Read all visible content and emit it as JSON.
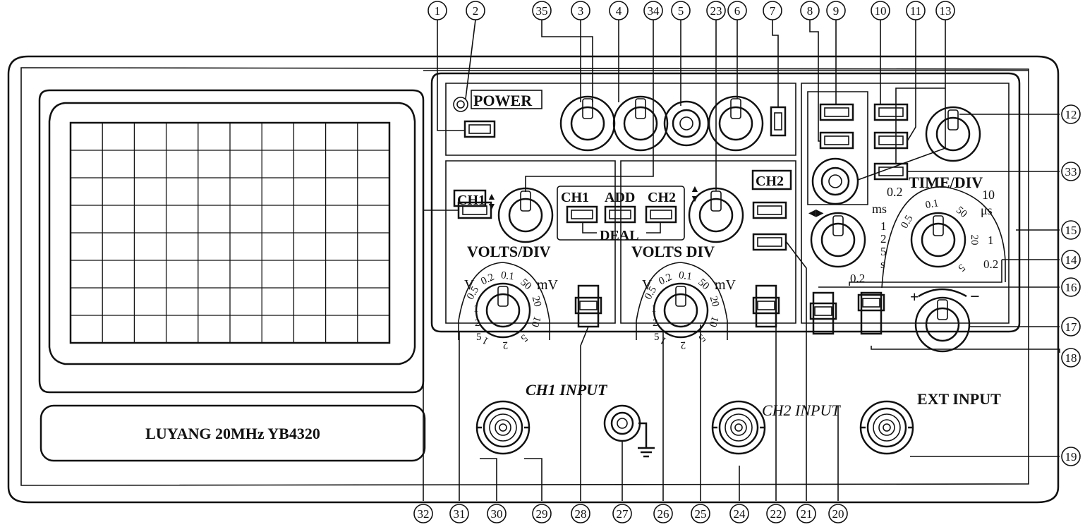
{
  "panel": {
    "power": "POWER",
    "ch1": "CH1",
    "ch2": "CH2",
    "mode_ch1": "CH1",
    "mode_add": "ADD",
    "mode_ch2": "CH2",
    "mode_dual": "DEAL",
    "volts_div_ch1": "VOLTS/DIV",
    "volts_div_ch2": "VOLTS DIV",
    "time_div": "TIME/DIV",
    "ch1_input": "CH1 INPUT",
    "ch2_input": "CH2  INPUT",
    "ext_input": "EXT INPUT",
    "model": "LUYANG 20MHz YB4320",
    "plus": "+",
    "minus": "−"
  },
  "dial_volts": {
    "v": "V",
    "mv": "mV",
    "scale": [
      "0.5",
      "0.2",
      "0.1",
      "50",
      "20",
      "10",
      "5",
      "2",
      "1"
    ],
    "left": [
      "1",
      "2",
      "5"
    ]
  },
  "dial_time": {
    "ms_top": "0.2",
    "ms": "ms",
    "us_top": "10",
    "us": "μs",
    "left": [
      "1",
      "2",
      "5",
      "s"
    ],
    "left_bottom": "0.2",
    "scale": [
      "0.5",
      "0.1",
      "50",
      "20",
      "5"
    ],
    "right": [
      "1",
      "0.2"
    ]
  },
  "grid": {
    "cols": 10,
    "rows": 8
  },
  "callouts": [
    "1",
    "2",
    "3",
    "4",
    "5",
    "6",
    "7",
    "8",
    "9",
    "10",
    "11",
    "12",
    "13",
    "14",
    "15",
    "16",
    "17",
    "18",
    "19",
    "20",
    "21",
    "22",
    "23",
    "24",
    "25",
    "26",
    "27",
    "28",
    "29",
    "30",
    "31",
    "32",
    "33",
    "34",
    "35"
  ]
}
